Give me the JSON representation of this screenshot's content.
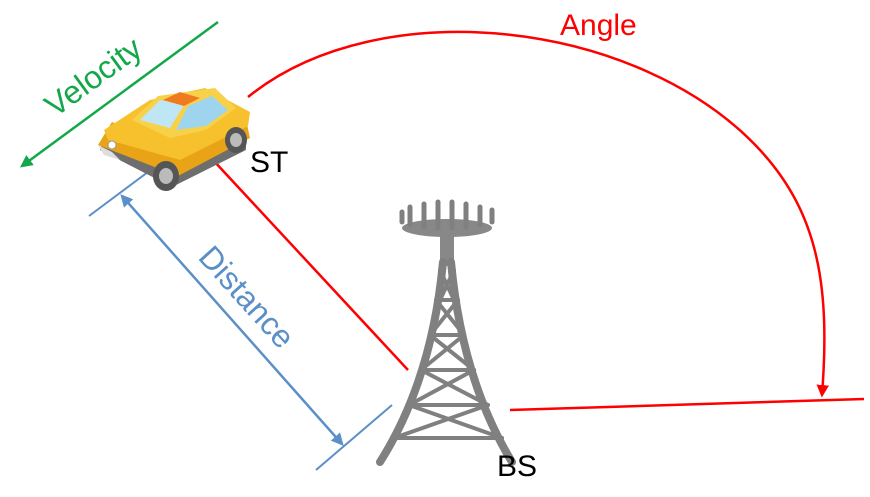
{
  "labels": {
    "angle": "Angle",
    "velocity": "Velocity",
    "distance": "Distance",
    "station": "ST",
    "base_station": "BS"
  },
  "colors": {
    "angle": "#ff0000",
    "velocity": "#12a84a",
    "distance": "#5b8fc7",
    "tower": "#808080",
    "car_body": "#f6c12c",
    "car_sign": "#f07a1e",
    "background": "#ffffff"
  },
  "icons": {
    "vehicle": "taxi-car-icon",
    "tower": "cell-tower-icon"
  }
}
